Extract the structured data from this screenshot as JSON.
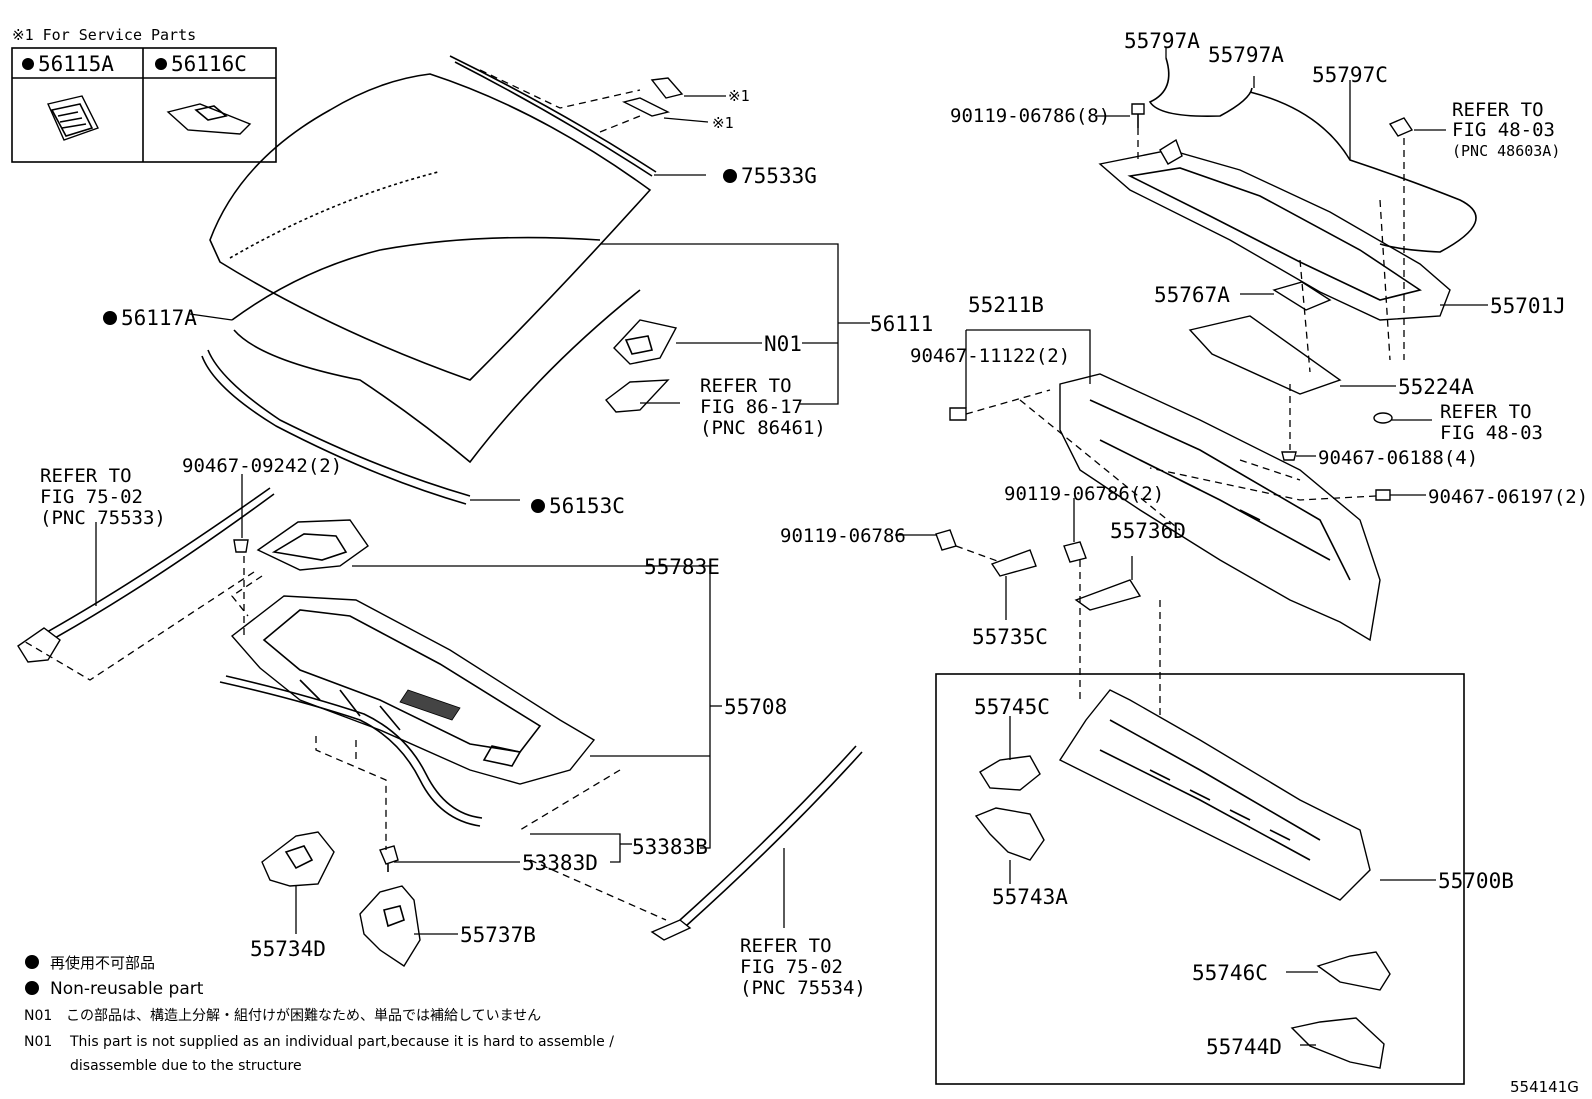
{
  "service_note": "※1 For Service Parts",
  "service_parts": [
    "56115A",
    "56116C"
  ],
  "asterisk_mark": "※1",
  "parts": {
    "p75533G": "75533G",
    "p56117A": "56117A",
    "p56111": "56111",
    "pN01": "N01",
    "p56153C": "56153C",
    "p90467_09242": "90467-09242(2)",
    "p55783E": "55783E",
    "p55708": "55708",
    "p53383B": "53383B",
    "p53383D": "53383D",
    "p55734D": "55734D",
    "p55737B": "55737B",
    "p55797A_1": "55797A",
    "p55797A_2": "55797A",
    "p55797C": "55797C",
    "p90119_06786_8": "90119-06786(8)",
    "p55767A": "55767A",
    "p55701J": "55701J",
    "p55211B": "55211B",
    "p90467_11122": "90467-11122(2)",
    "p55224A": "55224A",
    "p90467_06188": "90467-06188(4)",
    "p90467_06197": "90467-06197(2)",
    "p90119_06786_2": "90119-06786(2)",
    "p55736D": "55736D",
    "p90119_06786": "90119-06786",
    "p55735C": "55735C",
    "p55745C": "55745C",
    "p55743A": "55743A",
    "p55700B": "55700B",
    "p55746C": "55746C",
    "p55744D": "55744D"
  },
  "refs": {
    "r86": [
      "REFER TO",
      "FIG 86-17",
      "(PNC 86461)"
    ],
    "r75533": [
      "REFER TO",
      "FIG 75-02",
      "(PNC 75533)"
    ],
    "r75534": [
      "REFER TO",
      "FIG 75-02",
      "(PNC 75534)"
    ],
    "r48603": [
      "REFER TO",
      "FIG 48-03",
      "(PNC 48603A)"
    ],
    "r48": [
      "REFER TO",
      "FIG 48-03"
    ]
  },
  "legend": {
    "jp_symbol": "再使用不可部品",
    "en_symbol": "Non-reusable part",
    "n01_code": "N01",
    "n01_jp": "この部品は、構造上分解・組付けが困難なため、単品では補給していません",
    "n01_en_1": "This part is not supplied as an individual part,because it is hard to assemble /",
    "n01_en_2": "disassemble due to the structure"
  },
  "figure_id": "554141G"
}
